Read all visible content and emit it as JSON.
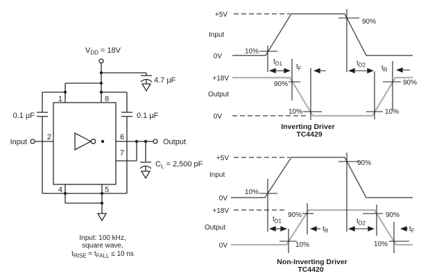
{
  "colors": {
    "diagram_line": "#1f1f1f",
    "waveform_input": "#565656",
    "waveform_output": "#b1b1b1"
  },
  "circuit": {
    "supply": {
      "pre": "V",
      "sub": "DD",
      "post": " = 18V"
    },
    "cap_bulk": "4.7 µF",
    "cap_left": "0.1 µF",
    "cap_right": "0.1 µF",
    "cap_load": {
      "pre": "C",
      "sub": "L",
      "post": " = 2,500 pF"
    },
    "input_label": "Input",
    "output_label": "Output",
    "pins": {
      "p1": "1",
      "p2": "2",
      "p4": "4",
      "p5": "5",
      "p6": "6",
      "p7": "7",
      "p8": "8"
    },
    "note": {
      "line1": "Input: 100 kHz,",
      "line2": "square wave,",
      "line3": {
        "p1": "t",
        "s1": "RISE",
        "p2": " = t",
        "s2": "FALL",
        "p3": " ≤ 10 ns"
      }
    }
  },
  "inverting": {
    "title1": "Inverting Driver",
    "title2": "TC4429",
    "labels": {
      "in_high": "+5V",
      "in_name": "Input",
      "in_low": "0V",
      "out_high": "+18V",
      "out_name": "Output",
      "out_low": "0V"
    },
    "marks": {
      "in_10": "10%",
      "in_90": "90%",
      "out_90_left": "90%",
      "out_10_left": "10%",
      "out_10_right": "10%",
      "out_90_right": "90%"
    },
    "timings": {
      "td1": {
        "pre": "t",
        "sub": "D1"
      },
      "tf": {
        "pre": "t",
        "sub": "F"
      },
      "td2": {
        "pre": "t",
        "sub": "D2"
      },
      "tr": {
        "pre": "t",
        "sub": "R"
      }
    }
  },
  "noninverting": {
    "title1": "Non-Inverting Driver",
    "title2": "TC4420",
    "labels": {
      "in_high": "+5V",
      "in_name": "Input",
      "in_low": "0V",
      "out_high": "+18V",
      "out_name": "Output",
      "out_low": "0V"
    },
    "marks": {
      "in_10": "10%",
      "in_90": "90%",
      "out_10_left": "10%",
      "out_90_left": "90%",
      "out_90_right": "90%",
      "out_10_right": "10%"
    },
    "timings": {
      "td1": {
        "pre": "t",
        "sub": "D1"
      },
      "tr": {
        "pre": "t",
        "sub": "R"
      },
      "td2": {
        "pre": "t",
        "sub": "D2"
      },
      "tf": {
        "pre": "t",
        "sub": "F"
      }
    }
  }
}
